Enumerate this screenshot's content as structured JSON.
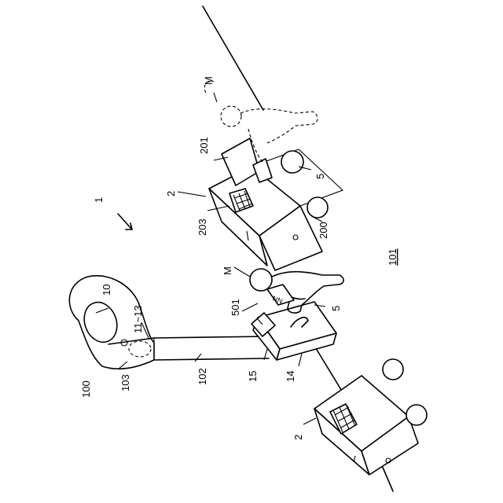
{
  "labels": {
    "system": "1",
    "post_assembly": "100",
    "reader_unit": "10",
    "sensors": "11~13",
    "arm": "103",
    "pole": "102",
    "base": "14",
    "slot": "15",
    "vehicle": "2",
    "vehicle_rear": "2",
    "door": "201",
    "keypad": "203",
    "vehicle_body": "200",
    "package": "5",
    "package_front": "5",
    "parcel_label": "501",
    "person": "M",
    "person_rear": "M",
    "road": "101"
  }
}
